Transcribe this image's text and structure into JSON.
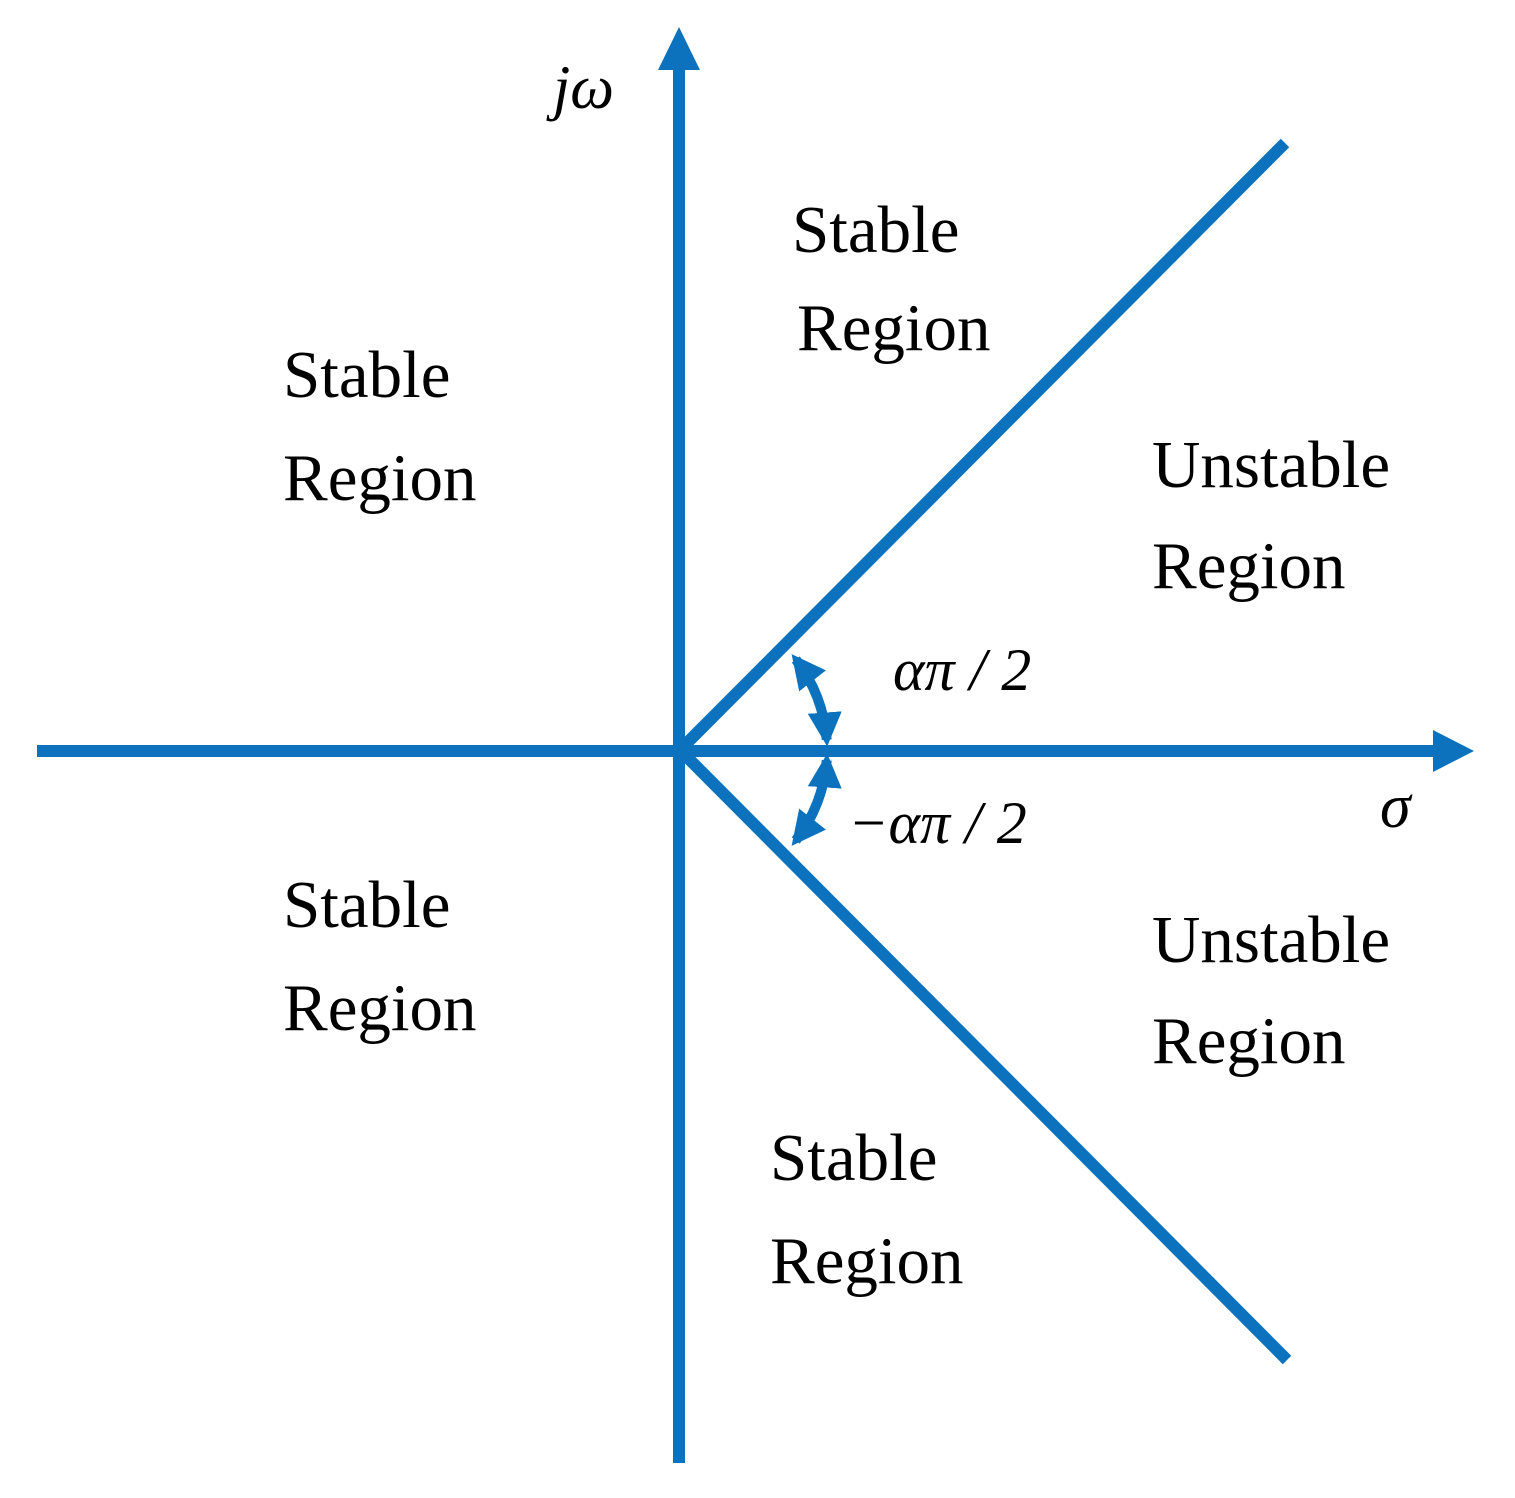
{
  "figure": {
    "accent_color": "#0C72BD",
    "text_color": "#000000",
    "background_color": "#FFFFFF"
  },
  "axes": {
    "vertical_label": "jω",
    "horizontal_label": "σ"
  },
  "angle_annotations": {
    "upper": "απ / 2",
    "lower": "−απ / 2"
  },
  "region_labels": {
    "upper_left": [
      "Stable",
      "Region"
    ],
    "top_center": [
      "Stable",
      "Region"
    ],
    "upper_right": [
      "Unstable",
      "Region"
    ],
    "lower_left": [
      "Stable",
      "Region"
    ],
    "lower_right": [
      "Unstable",
      "Region"
    ],
    "bottom_center": [
      "Stable",
      "Region"
    ]
  }
}
